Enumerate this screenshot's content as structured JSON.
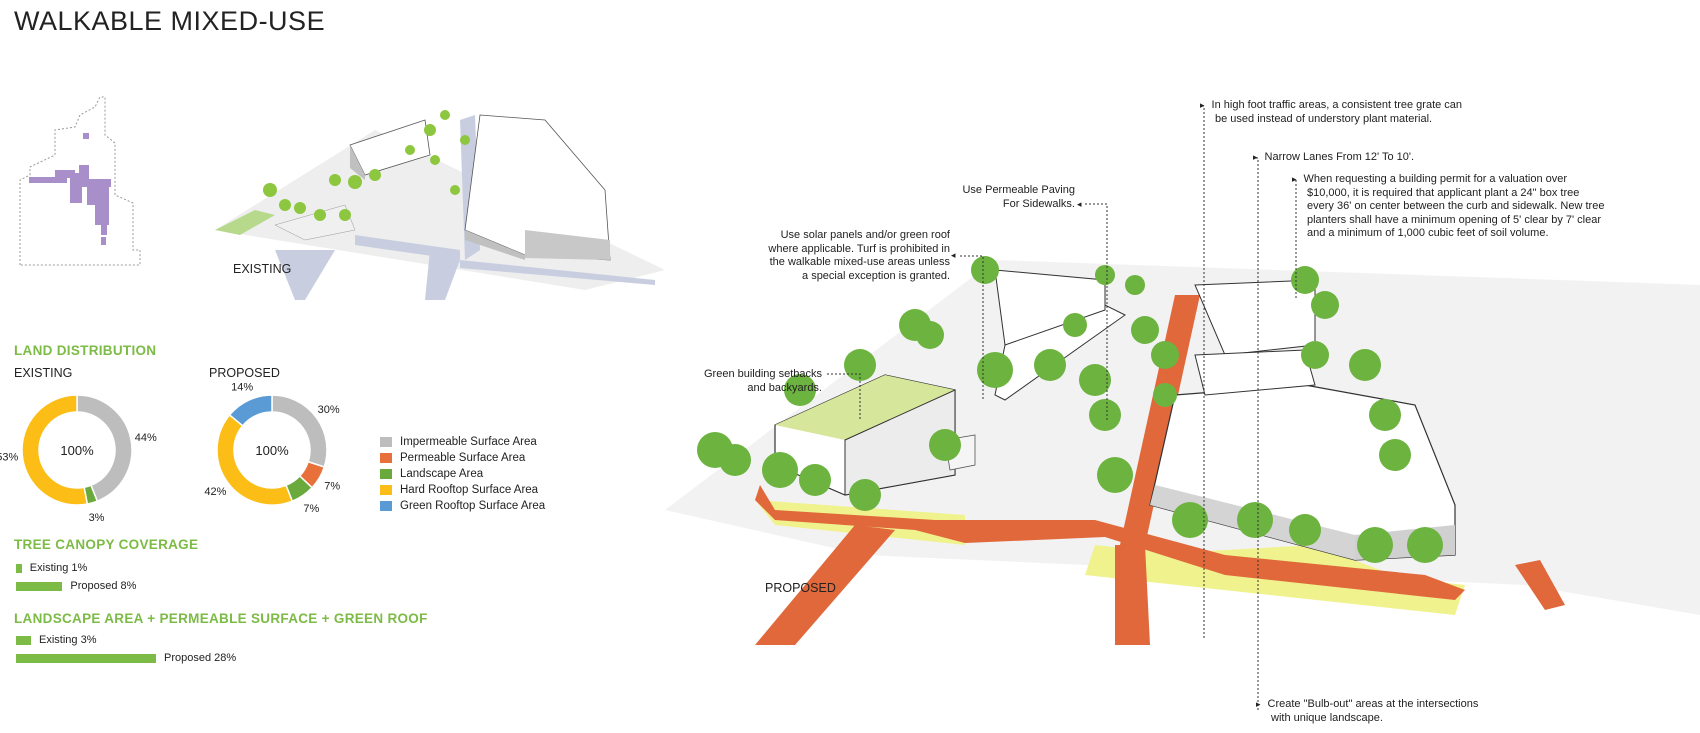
{
  "title": "WALKABLE MIXED-USE",
  "colors": {
    "impermeable": "#bdbdbd",
    "permeable": "#e8703a",
    "landscape": "#6aaa3c",
    "hard_rooftop": "#fbbd16",
    "green_rooftop": "#5b9bd5",
    "accent_green": "#7cbb45"
  },
  "labels": {
    "existing_view": "EXISTING",
    "proposed_view": "PROPOSED",
    "land_distribution": "LAND DISTRIBUTION",
    "existing": "EXISTING",
    "proposed": "PROPOSED",
    "tree_canopy": "TREE CANOPY COVERAGE",
    "landscape_combo": "LANDSCAPE AREA + PERMEABLE SURFACE + GREEN ROOF"
  },
  "chart_data": [
    {
      "type": "pie",
      "title": "EXISTING",
      "center_label": "100%",
      "slices": [
        {
          "name": "Impermeable Surface Area",
          "value": 44,
          "label": "44%"
        },
        {
          "name": "Landscape Area",
          "value": 3,
          "label": "3%"
        },
        {
          "name": "Hard Rooftop Surface Area",
          "value": 53,
          "label": "53%"
        }
      ]
    },
    {
      "type": "pie",
      "title": "PROPOSED",
      "center_label": "100%",
      "slices": [
        {
          "name": "Impermeable Surface Area",
          "value": 30,
          "label": "30%"
        },
        {
          "name": "Permeable Surface Area",
          "value": 7,
          "label": "7%"
        },
        {
          "name": "Landscape Area",
          "value": 7,
          "label": "7%"
        },
        {
          "name": "Hard Rooftop Surface Area",
          "value": 42,
          "label": "42%"
        },
        {
          "name": "Green Rooftop Surface Area",
          "value": 14,
          "label": "14%"
        }
      ]
    },
    {
      "type": "bar",
      "title": "TREE CANOPY COVERAGE",
      "categories": [
        "Existing",
        "Proposed"
      ],
      "values": [
        1,
        8
      ],
      "labels": [
        "Existing 1%",
        "Proposed 8%"
      ]
    },
    {
      "type": "bar",
      "title": "LANDSCAPE AREA + PERMEABLE SURFACE + GREEN ROOF",
      "categories": [
        "Existing",
        "Proposed"
      ],
      "values": [
        3,
        28
      ],
      "labels": [
        "Existing 3%",
        "Proposed 28%"
      ]
    }
  ],
  "legend": [
    {
      "label": "Impermeable Surface Area",
      "color": "#bdbdbd"
    },
    {
      "label": "Permeable Surface Area",
      "color": "#e8703a"
    },
    {
      "label": "Landscape Area",
      "color": "#6aaa3c"
    },
    {
      "label": "Hard Rooftop Surface Area",
      "color": "#fbbd16"
    },
    {
      "label": "Green Rooftop Surface Area",
      "color": "#5b9bd5"
    }
  ],
  "annotations": {
    "tree_grate": [
      "In high foot traffic areas, a consistent tree grate can",
      "be used instead of understory plant material."
    ],
    "narrow_lanes": [
      "Narrow Lanes From 12' To 10'."
    ],
    "permit": [
      "When requesting a building permit for a valuation over",
      "$10,000, it is required that applicant plant a 24\" box tree",
      "every 36' on center between the curb and sidewalk. New tree",
      "planters shall have a minimum opening of 5' clear by 7' clear",
      "and a minimum of 1,000 cubic feet of soil volume."
    ],
    "permeable_paving": [
      "Use Permeable Paving",
      "For Sidewalks."
    ],
    "solar": [
      "Use solar panels and/or green roof",
      "where applicable. Turf is prohibited in",
      "the walkable mixed-use areas unless",
      "a special exception is granted."
    ],
    "setbacks": [
      "Green building setbacks",
      "and backyards."
    ],
    "bulb_out": [
      "Create \"Bulb-out\" areas at the intersections",
      "with unique landscape."
    ]
  },
  "icons": {
    "arrow": "▸"
  }
}
